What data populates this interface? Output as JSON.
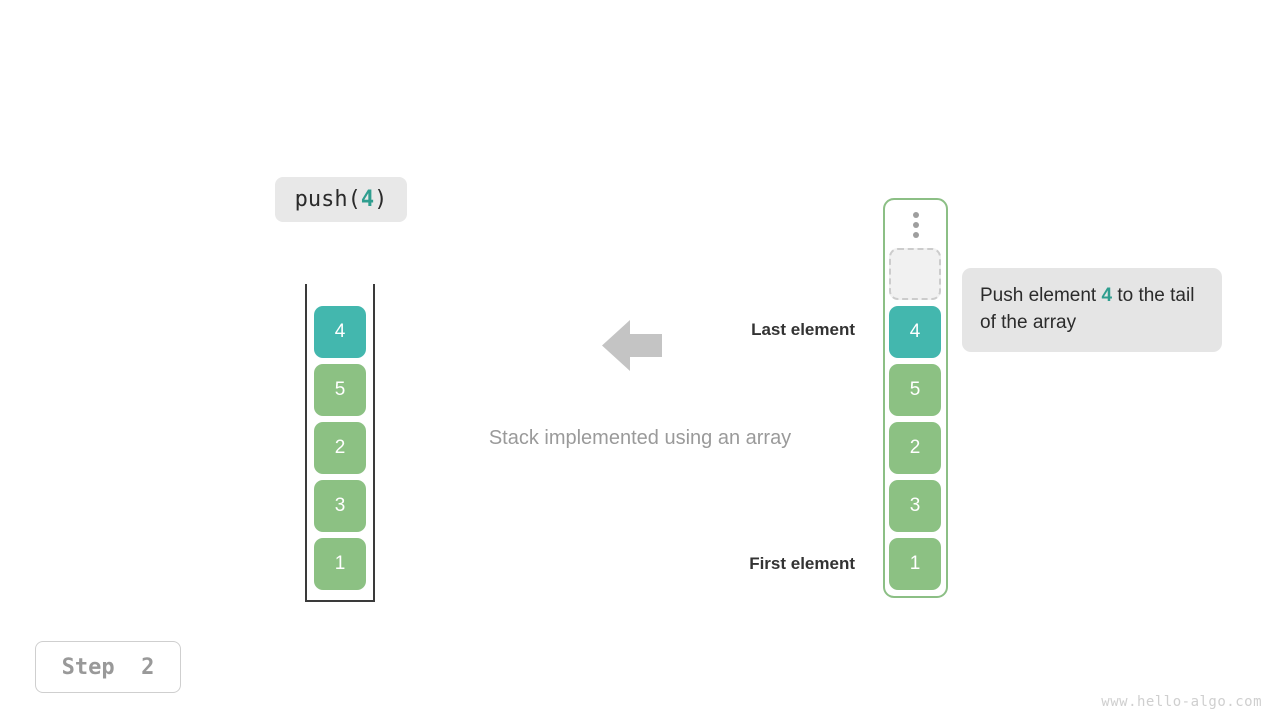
{
  "operation": {
    "prefix": "push(",
    "value": "4",
    "suffix": ")"
  },
  "stack": {
    "caption": "Stack implemented using an array",
    "items": [
      {
        "value": "4",
        "color": "teal"
      },
      {
        "value": "5",
        "color": "green"
      },
      {
        "value": "2",
        "color": "green"
      },
      {
        "value": "3",
        "color": "green"
      },
      {
        "value": "1",
        "color": "green"
      }
    ]
  },
  "annotations": {
    "last_element": "Last element",
    "first_element": "First element",
    "arrow_direction": "left-arrow-icon"
  },
  "array": {
    "ellipsis_icon": "vertical-ellipsis-icon",
    "empty_slot_label": "",
    "items": [
      {
        "value": "4",
        "color": "teal"
      },
      {
        "value": "5",
        "color": "green"
      },
      {
        "value": "2",
        "color": "green"
      },
      {
        "value": "3",
        "color": "green"
      },
      {
        "value": "1",
        "color": "green"
      }
    ]
  },
  "tooltip": {
    "text_before": "Push element ",
    "value": "4",
    "text_after": " to the tail of the array"
  },
  "step": {
    "label": "Step  2"
  },
  "watermark": {
    "text": "www.hello-algo.com"
  },
  "colors": {
    "teal": "#43b7ae",
    "green": "#8cc183",
    "accent_text": "#2f9e8f",
    "arrow_gray": "#c4c4c4",
    "chip_bg": "#e8e8e8",
    "tooltip_bg": "#e5e5e5",
    "array_border": "#8cbf85"
  }
}
